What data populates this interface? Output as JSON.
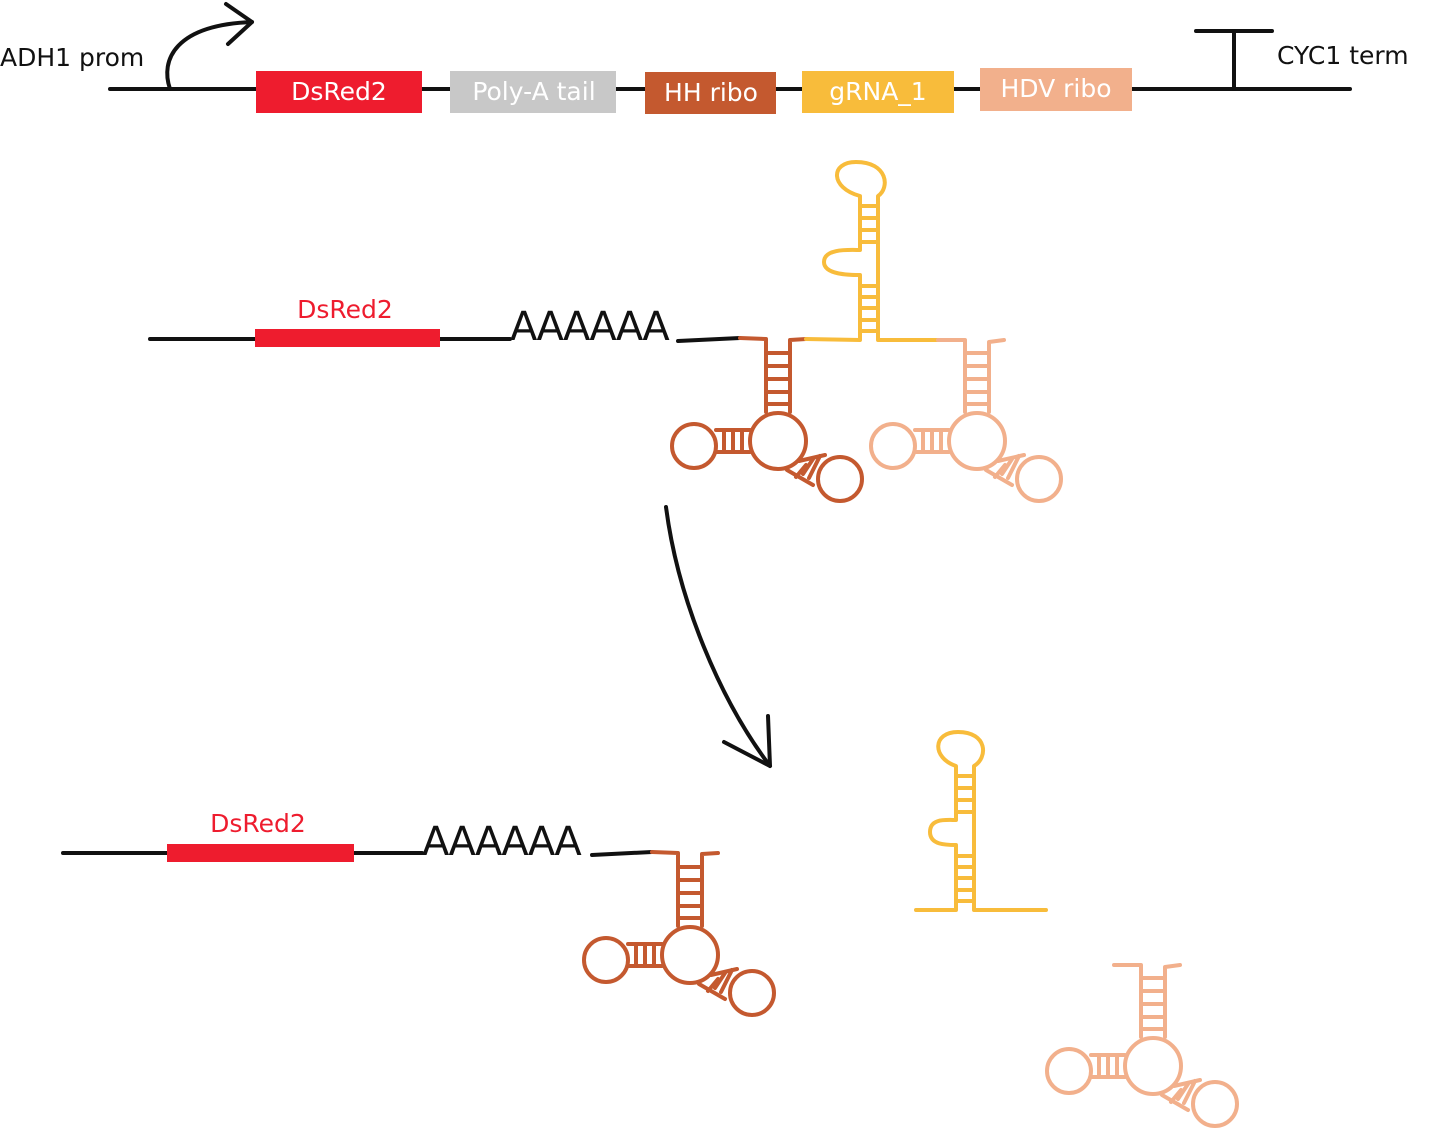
{
  "colors": {
    "dsred": "#ee1c2e",
    "polya": "#c8c8c8",
    "hh": "#c4592f",
    "grna": "#f8bc3b",
    "hdv": "#f2b08c",
    "line": "#111111"
  },
  "construct": {
    "promoter_label": "ADH1 prom",
    "terminator_label": "CYC1 term",
    "parts": [
      {
        "label": "DsRed2",
        "color_key": "dsred"
      },
      {
        "label": "Poly-A tail",
        "color_key": "polya"
      },
      {
        "label": "HH ribo",
        "color_key": "hh"
      },
      {
        "label": "gRNA_1",
        "color_key": "grna"
      },
      {
        "label": "HDV ribo",
        "color_key": "hdv"
      }
    ]
  },
  "transcript": {
    "gene_label": "DsRed2",
    "polya_text": "AAAAAA"
  },
  "processed": {
    "gene_label": "DsRed2",
    "polya_text": "AAAAAA"
  }
}
